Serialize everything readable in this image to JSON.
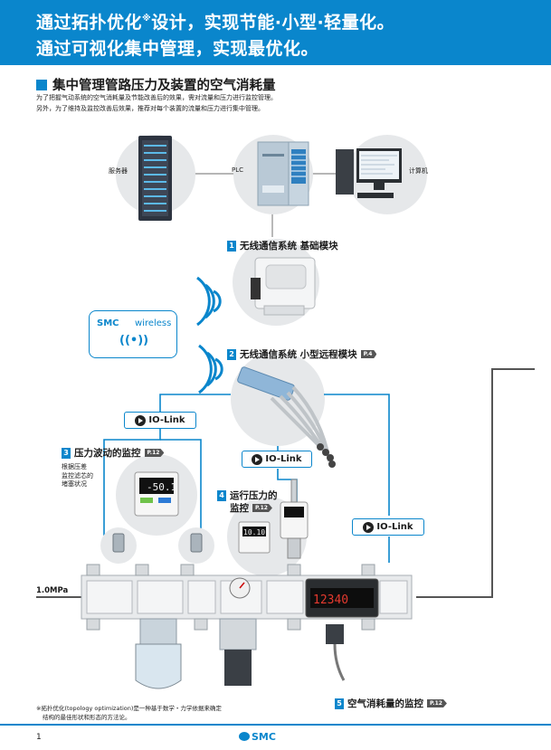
{
  "header": {
    "line1_a": "通过拓扑优化",
    "line1_sup": "※",
    "line1_b": "设计，实现节能·小型·轻量化。",
    "line2": "通过可视化集中管理，实现最优化。"
  },
  "section": {
    "title": "集中管理管路压力及装置的空气消耗量",
    "intro_1": "为了把握气动系统的空气消耗量及节能改善后的效果，需对流量和压力进行监控管理。",
    "intro_2": "另外，为了维持及监控改善后效果，推荐对每个装置的流量和压力进行集中管理。"
  },
  "devices": {
    "server": "服务器",
    "plc": "PLC",
    "computer": "计算机"
  },
  "steps": [
    {
      "num": "1",
      "label": "无线通信系统 基础模块",
      "ref": ""
    },
    {
      "num": "2",
      "label": "无线通信系统 小型远程模块",
      "ref": "P.4"
    },
    {
      "num": "3",
      "label": "压力波动的监控",
      "ref": "P.12"
    },
    {
      "num": "4",
      "label_1": "运行压力的",
      "label_2": "监控",
      "ref": "P.12"
    },
    {
      "num": "5",
      "label": "空气消耗量的监控",
      "ref": "P.12"
    }
  ],
  "wireless_badge": {
    "brand": "SMC",
    "text": "wireless",
    "signal": "((•))"
  },
  "iolink": {
    "label": "IO-Link"
  },
  "side_note": {
    "line1": "根据压差",
    "line2": "监控滤芯的",
    "line3": "堵塞状况"
  },
  "pressure": "1.0MPa",
  "displays": {
    "pressure_1": "-50.1",
    "pressure_2": "10.10",
    "flow": "12340"
  },
  "footnote": {
    "line1": "※拓扑优化(topology optimization)是一种基于数学・力学依据来确定",
    "line2": "结构的最佳形状和形态的方法论。"
  },
  "footer": {
    "page": "1",
    "brand": "SMC"
  },
  "colors": {
    "accent": "#0a86cc",
    "pipe": "#555555"
  }
}
